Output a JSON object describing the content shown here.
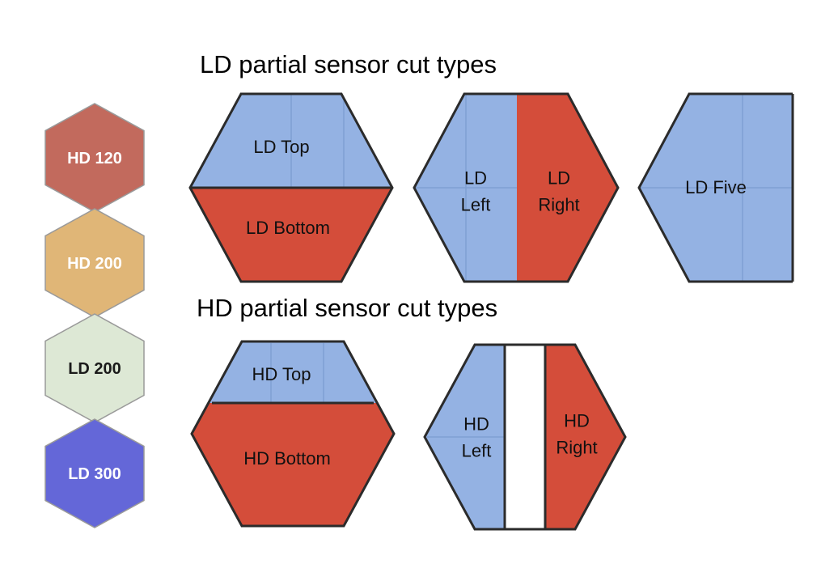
{
  "colors": {
    "blue": "#94b2e3",
    "red": "#d44d3a",
    "outline": "#2b2b2b",
    "seam": "#7f9fd3",
    "gap": "#ffffff"
  },
  "sensor_types": [
    {
      "label": "HD 120",
      "fill": "#c26a5d",
      "text_color": "#ffffff"
    },
    {
      "label": "HD 200",
      "fill": "#e0b677",
      "text_color": "#ffffff"
    },
    {
      "label": "LD 200",
      "fill": "#dde8d5",
      "text_color": "#1a1a1a"
    },
    {
      "label": "LD 300",
      "fill": "#6467d8",
      "text_color": "#ffffff"
    }
  ],
  "ld_section": {
    "title": "LD partial sensor cut types",
    "cuts": [
      {
        "name": "ld-top-bottom",
        "parts": [
          "LD Top",
          "LD Bottom"
        ]
      },
      {
        "name": "ld-left-right",
        "parts": [
          "LD\nLeft",
          "LD\nRight"
        ]
      },
      {
        "name": "ld-five",
        "parts": [
          "LD Five"
        ]
      }
    ]
  },
  "hd_section": {
    "title": "HD partial sensor cut types",
    "cuts": [
      {
        "name": "hd-top-bottom",
        "parts": [
          "HD Top",
          "HD Bottom"
        ]
      },
      {
        "name": "hd-left-right",
        "parts": [
          "HD\nLeft",
          "HD\nRight"
        ]
      }
    ]
  }
}
